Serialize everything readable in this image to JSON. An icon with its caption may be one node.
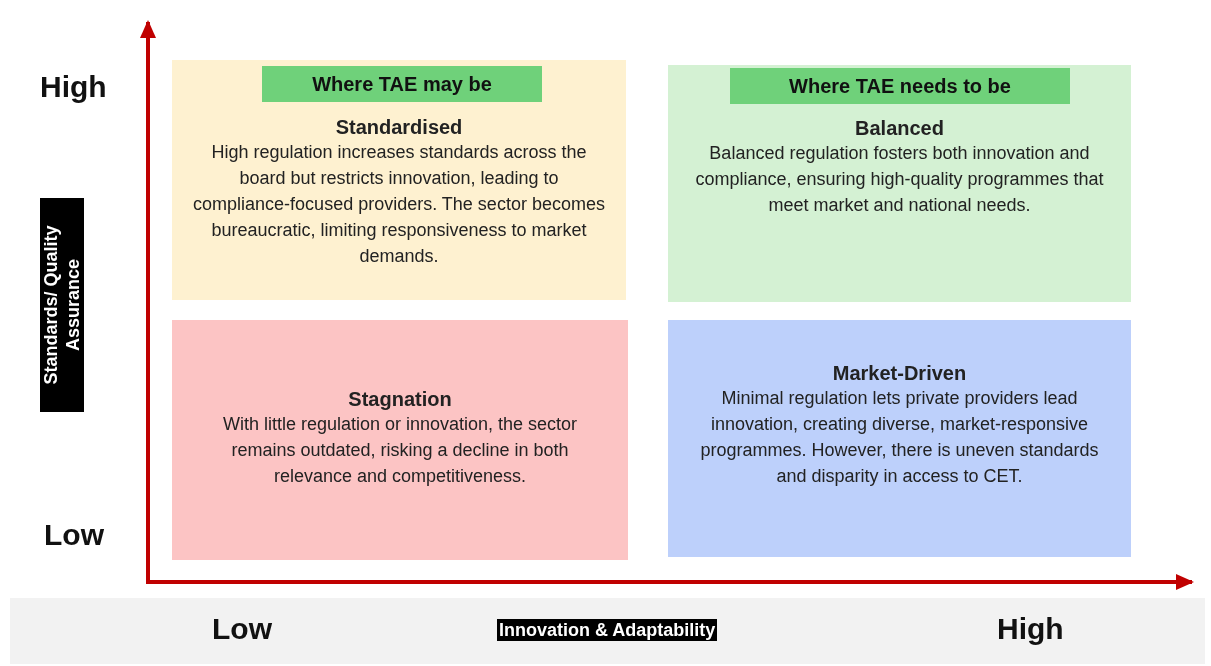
{
  "diagram": {
    "nodes": [
      {
        "text": [
          "Standardised",
          "High regulation increases standards across the board but restricts innovation, leading to compliance-focused providers. The sector becomes bureaucratic, limiting responsiveness to market demands."
        ]
      },
      {
        "text": [
          "Where TAE may be"
        ],
        "in": 0
      },
      {
        "text": [
          "Balanced",
          "Balanced regulation fosters both innovation and compliance, ensuring high-quality programmes that meet market and national needs."
        ]
      },
      {
        "text": [
          "Where TAE needs to be"
        ],
        "in": 2
      },
      {
        "text": [
          "Stagnation",
          "With little regulation or innovation, the sector remains outdated, risking a decline in both relevance and competitiveness."
        ]
      },
      {
        "text": [
          "Market-Driven",
          "Minimal regulation lets private providers lead innovation, creating diverse, market-responsive programmes. However, there is uneven standards and disparity in access to CET."
        ]
      }
    ],
    "labels": [
      "High",
      "Standards/ Quality Assurance",
      "Low",
      "Low",
      "Innovation & Adaptability",
      "High"
    ]
  }
}
